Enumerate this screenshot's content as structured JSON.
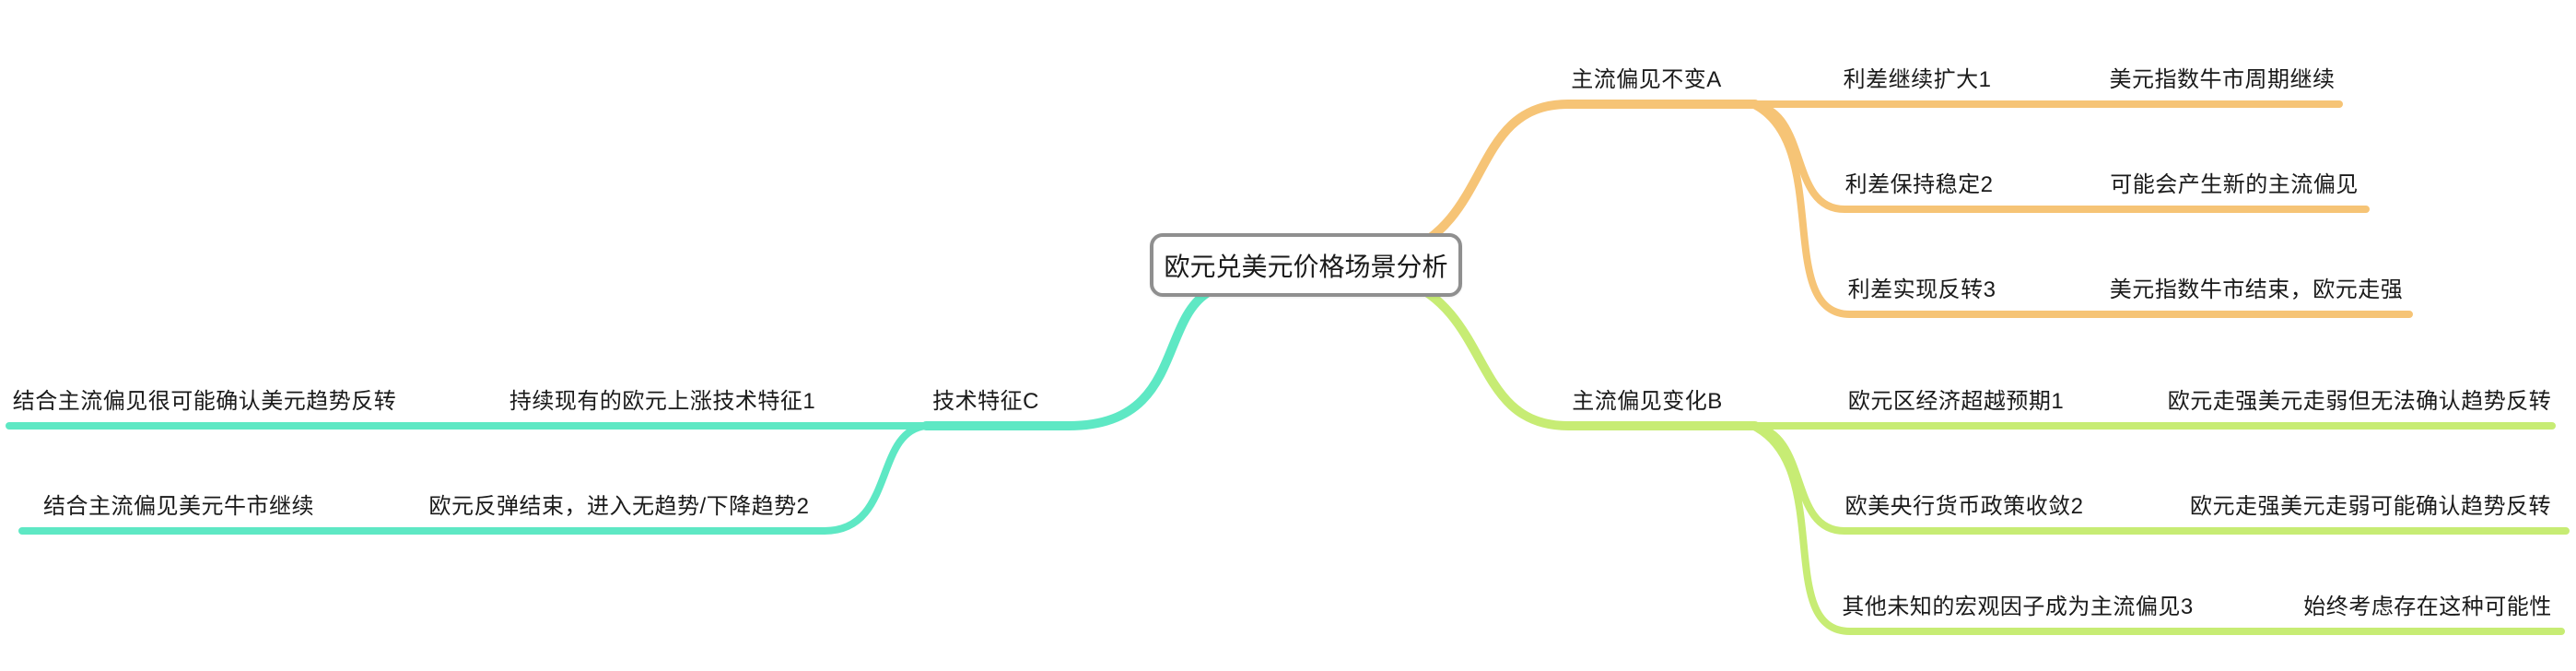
{
  "diagram": {
    "type": "mindmap",
    "root": {
      "label": "欧元兑美元价格场景分析"
    },
    "colors": {
      "branch_a": "#F6C476",
      "branch_b": "#C7EC74",
      "branch_c": "#5EE8C4",
      "root_border": "#8F8F8F",
      "text": "#1A1A1A",
      "background": "#FFFFFF"
    },
    "branches": [
      {
        "id": "A",
        "label": "主流偏见不变A",
        "color": "#F6C476",
        "side": "right",
        "children": [
          {
            "label": "利差继续扩大1",
            "children": [
              {
                "label": "美元指数牛市周期继续"
              }
            ]
          },
          {
            "label": "利差保持稳定2",
            "children": [
              {
                "label": "可能会产生新的主流偏见"
              }
            ]
          },
          {
            "label": "利差实现反转3",
            "children": [
              {
                "label": "美元指数牛市结束，欧元走强"
              }
            ]
          }
        ]
      },
      {
        "id": "B",
        "label": "主流偏见变化B",
        "color": "#C7EC74",
        "side": "right",
        "children": [
          {
            "label": "欧元区经济超越预期1",
            "children": [
              {
                "label": "欧元走强美元走弱但无法确认趋势反转"
              }
            ]
          },
          {
            "label": "欧美央行货币政策收敛2",
            "children": [
              {
                "label": "欧元走强美元走弱可能确认趋势反转"
              }
            ]
          },
          {
            "label": "其他未知的宏观因子成为主流偏见3",
            "children": [
              {
                "label": "始终考虑存在这种可能性"
              }
            ]
          }
        ]
      },
      {
        "id": "C",
        "label": "技术特征C",
        "color": "#5EE8C4",
        "side": "left",
        "children": [
          {
            "label": "持续现有的欧元上涨技术特征1",
            "children": [
              {
                "label": "结合主流偏见很可能确认美元趋势反转"
              }
            ]
          },
          {
            "label": "欧元反弹结束，进入无趋势/下降趋势2",
            "children": [
              {
                "label": "结合主流偏见美元牛市继续"
              }
            ]
          }
        ]
      }
    ]
  }
}
